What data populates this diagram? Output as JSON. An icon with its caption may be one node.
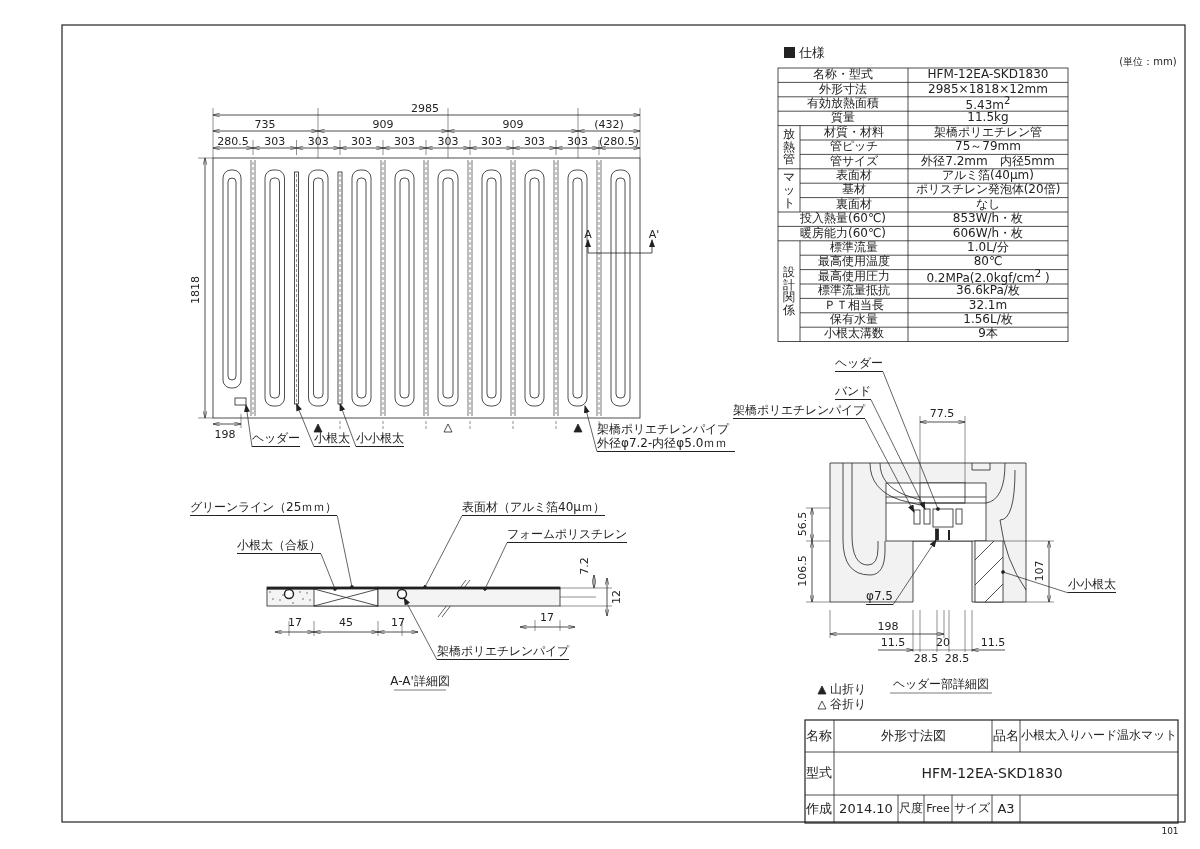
{
  "diagram": {
    "nodes": [
      {
        "text": [
          "ヘッダー"
        ]
      },
      {
        "text": [
          "小根太"
        ]
      },
      {
        "text": [
          "小小根太"
        ]
      },
      {
        "text": [
          "架橋ポリエチレンパイプ外径φ7.2-内径φ5.0ｍｍ"
        ]
      },
      {
        "text": [
          "グリーンライン（25ｍｍ）"
        ]
      },
      {
        "text": [
          "小根太（合板）"
        ]
      },
      {
        "text": [
          "表面材（アルミ箔40μｍ）"
        ]
      },
      {
        "text": [
          "フォームポリスチレン"
        ]
      },
      {
        "text": [
          "架橋ポリエチレンパイプ"
        ]
      },
      {
        "text": [
          "ヘッダー"
        ]
      },
      {
        "text": [
          "バンド"
        ]
      },
      {
        "text": [
          "架橋ポリエチレンパイプ"
        ]
      },
      {
        "text": [
          "φ7.5"
        ]
      },
      {
        "text": [
          "小小根太"
        ]
      },
      {
        "text": [],
        "shape": "box"
      },
      {
        "text": [],
        "shape": "bar"
      },
      {
        "text": [],
        "shape": "bar"
      },
      {
        "text": [],
        "shape": "box"
      },
      {
        "text": [],
        "shape": "bar"
      },
      {
        "text": [],
        "shape": "box"
      },
      {
        "text": [],
        "shape": "bar"
      },
      {
        "text": [],
        "shape": "box"
      },
      {
        "text": [],
        "shape": "circle",
        "in": 21
      },
      {
        "text": [],
        "shape": "box"
      },
      {
        "text": [],
        "shape": "box"
      },
      {
        "text": [],
        "shape": "box"
      },
      {
        "text": [],
        "shape": "bar"
      },
      {
        "text": [],
        "shape": "box"
      }
    ],
    "edges": [
      {
        "from": 0,
        "to": 14,
        "arrow": "to"
      },
      {
        "from": 1,
        "to": 15,
        "arrow": "to"
      },
      {
        "from": 2,
        "to": 16,
        "arrow": "to"
      },
      {
        "from": 3,
        "to": 17,
        "arrow": "to"
      },
      {
        "from": 4,
        "to": 18,
        "arrow": "other"
      },
      {
        "from": 5,
        "to": 19,
        "arrow": "other"
      },
      {
        "from": 6,
        "to": 20,
        "arrow": "other"
      },
      {
        "from": 7,
        "to": 21,
        "arrow": "other"
      },
      {
        "from": 8,
        "to": 22,
        "arrow": "to"
      },
      {
        "from": 9,
        "to": 23,
        "arrow": "other"
      },
      {
        "from": 10,
        "to": 24,
        "arrow": "to"
      },
      {
        "from": 11,
        "to": 25,
        "arrow": "to"
      },
      {
        "from": 12,
        "to": 26,
        "arrow": "to"
      },
      {
        "from": 13,
        "to": 27,
        "arrow": "other"
      }
    ],
    "labels": [
      "仕様",
      "(単位：mm)",
      "名称・型式",
      "HFM-12EA-SKD1830",
      "外形寸法",
      "2985×1818×12mm",
      "有効放熱面積",
      "5.43m$^{2}$",
      "質量",
      "11.5kg",
      "放熱管",
      "材質・材料",
      "架橋ポリエチレン管",
      "管ピッチ",
      "75～79mm",
      "管サイズ",
      "外径7.2mm　内径5mm",
      "マット",
      "表面材",
      "アルミ箔(40μm)",
      "基材",
      "ポリスチレン発泡体(20倍)",
      "裏面材",
      "なし",
      "投入熱量(60℃)",
      "853W/h・枚",
      "暖房能力(60℃)",
      "606W/h・枚",
      "設計関係",
      "標準流量",
      "1.0L/分",
      "最高使用温度",
      "80℃",
      "最高使用圧力",
      "0.2MPa(2.0kgf/cm$^{2}$ )",
      "標準流量抵抗",
      "36.6kPa/枚",
      "ＰＴ相当長",
      "32.1m",
      "保有水量",
      "1.56L/枚",
      "小根太溝数",
      "9本",
      "2985",
      "735",
      "909",
      "909",
      "(432)",
      "280.5",
      "303",
      "303",
      "303",
      "303",
      "303",
      "303",
      "303",
      "303",
      "(280.5)",
      "1818",
      "198",
      "A",
      "A'",
      "7.2",
      "12",
      "17",
      "45",
      "17",
      "17",
      "A-A'詳細図",
      "77.5",
      "56.5",
      "106.5",
      "107",
      "198",
      "11.5",
      "28.5",
      "20",
      "28.5",
      "11.5",
      "ヘッダー部詳細図",
      "名称",
      "外形寸法図",
      "品名",
      "小根太入りハード温水マット",
      "型式",
      "HFM-12EA-SKD1830",
      "作成",
      "2014.10",
      "尺度",
      "Free",
      "サイズ",
      "A3",
      "101"
    ],
    "legend": [
      {
        "text": "山折り"
      },
      {
        "text": "谷折り"
      }
    ]
  }
}
